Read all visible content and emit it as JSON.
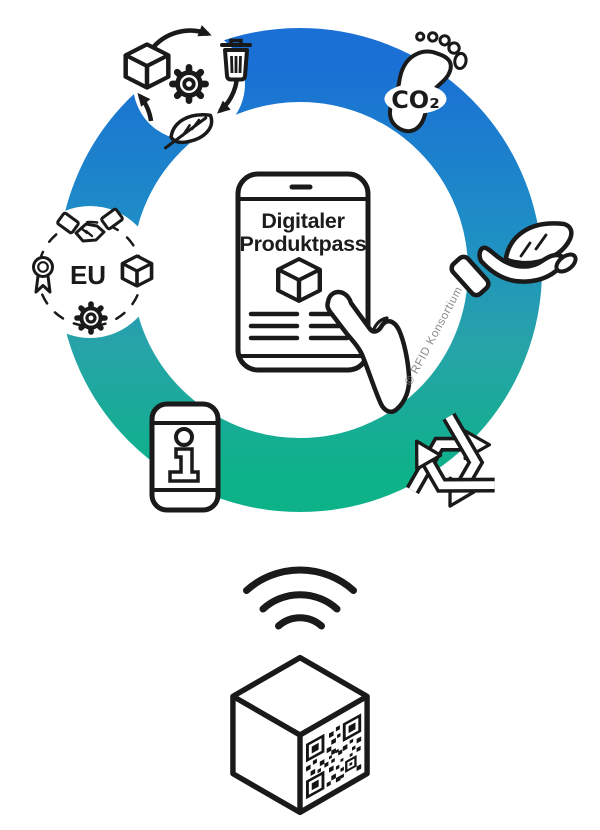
{
  "illustration": {
    "center_device": {
      "line1": "Digitaler",
      "line2": "Produktpass"
    },
    "eu_badge": {
      "label": "EU"
    },
    "co2_footprint": {
      "label": "CO₂"
    },
    "copyright": "© RFID Konsortium",
    "icons": [
      "production-cycle-icon",
      "co2-footprint-icon",
      "hand-leaf-icon",
      "recycling-icon",
      "info-smartphone-icon",
      "eu-regulation-icon",
      "tablet-product-pass-icon",
      "wifi-signal-icon",
      "product-box-qr-icon"
    ],
    "colors": {
      "ring_top": "#1a70d4",
      "ring_upper_mid": "#1e8ec6",
      "ring_lower_mid": "#27a3a9",
      "ring_bottom": "#0db289",
      "line": "#1a1a1a",
      "copyright_gray": "#8c8c8c",
      "background": "#ffffff"
    }
  }
}
